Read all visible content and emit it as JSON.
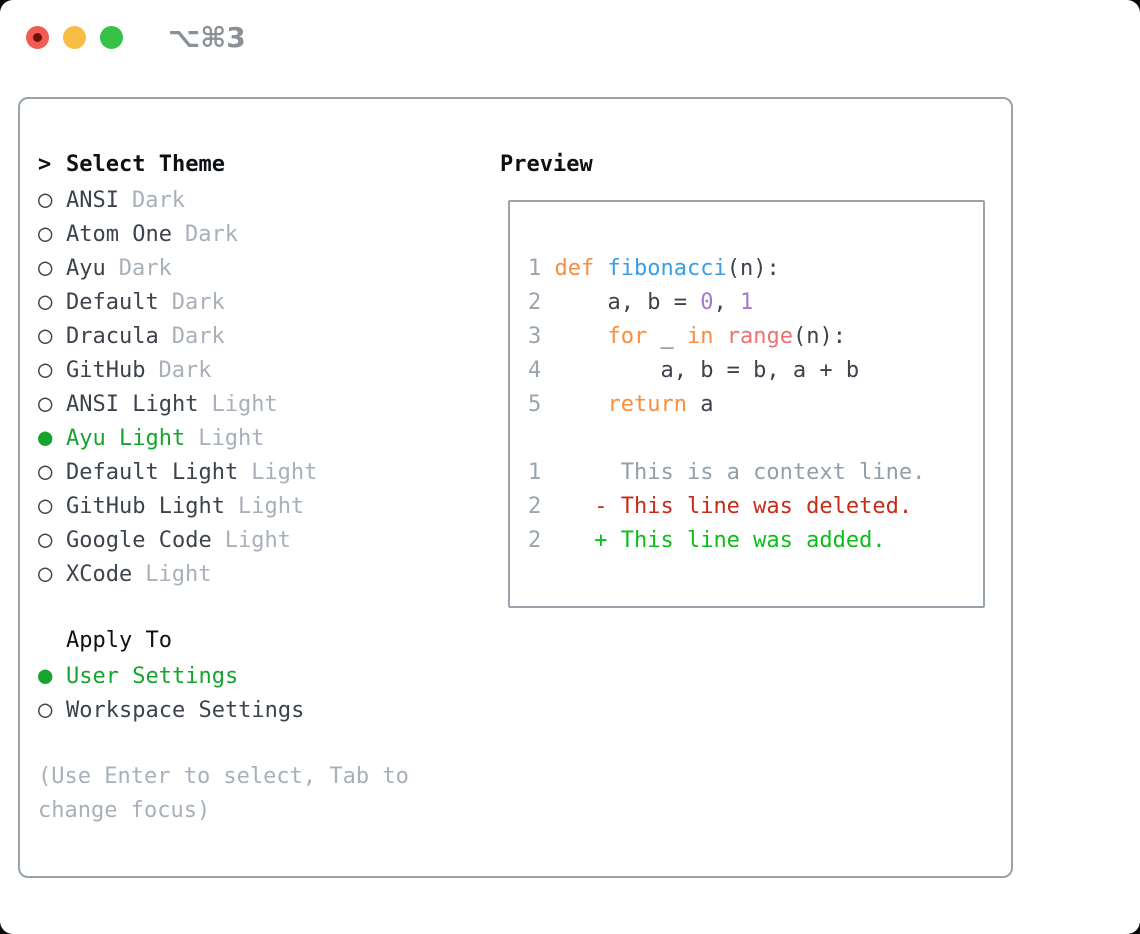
{
  "titlebar": {
    "shortcut": "⌥⌘3"
  },
  "glyphs": {
    "radio_selected": "●",
    "radio_unselected": "○",
    "header_marker": ">"
  },
  "panel": {
    "select_theme": {
      "header": "Select Theme",
      "items": [
        {
          "name": "ANSI",
          "variant": "Dark",
          "selected": false
        },
        {
          "name": "Atom One",
          "variant": "Dark",
          "selected": false
        },
        {
          "name": "Ayu",
          "variant": "Dark",
          "selected": false
        },
        {
          "name": "Default",
          "variant": "Dark",
          "selected": false
        },
        {
          "name": "Dracula",
          "variant": "Dark",
          "selected": false
        },
        {
          "name": "GitHub",
          "variant": "Dark",
          "selected": false
        },
        {
          "name": "ANSI Light",
          "variant": "Light",
          "selected": false
        },
        {
          "name": "Ayu Light",
          "variant": "Light",
          "selected": true
        },
        {
          "name": "Default Light",
          "variant": "Light",
          "selected": false
        },
        {
          "name": "GitHub Light",
          "variant": "Light",
          "selected": false
        },
        {
          "name": "Google Code",
          "variant": "Light",
          "selected": false
        },
        {
          "name": "XCode",
          "variant": "Light",
          "selected": false
        }
      ]
    },
    "apply_to": {
      "header": "Apply To",
      "items": [
        {
          "name": "User Settings",
          "selected": true
        },
        {
          "name": "Workspace Settings",
          "selected": false
        }
      ]
    },
    "hint_lines": [
      "(Use Enter to select, Tab to",
      "change focus)"
    ],
    "preview": {
      "header": "Preview",
      "code_lines": [
        {
          "num": "1",
          "segments": [
            {
              "t": "def",
              "c": "keyword"
            },
            {
              "t": " "
            },
            {
              "t": "fibonacci",
              "c": "func"
            },
            {
              "t": "(n):"
            }
          ]
        },
        {
          "num": "2",
          "segments": [
            {
              "t": "    a, b = "
            },
            {
              "t": "0",
              "c": "const"
            },
            {
              "t": ", "
            },
            {
              "t": "1",
              "c": "const"
            }
          ]
        },
        {
          "num": "3",
          "segments": [
            {
              "t": "    "
            },
            {
              "t": "for",
              "c": "keyword"
            },
            {
              "t": " _ "
            },
            {
              "t": "in",
              "c": "keyword"
            },
            {
              "t": " "
            },
            {
              "t": "range",
              "c": "markup"
            },
            {
              "t": "(n):"
            }
          ]
        },
        {
          "num": "4",
          "segments": [
            {
              "t": "        a, b = b, a + b"
            }
          ]
        },
        {
          "num": "5",
          "segments": [
            {
              "t": "    "
            },
            {
              "t": "return",
              "c": "keyword"
            },
            {
              "t": " a"
            }
          ]
        },
        {
          "num": "",
          "segments": []
        },
        {
          "num": "1",
          "segments": [
            {
              "t": "     This is a context line.",
              "c": "context"
            }
          ]
        },
        {
          "num": "2",
          "segments": [
            {
              "t": "   - This line was deleted.",
              "c": "deleted"
            }
          ]
        },
        {
          "num": "2",
          "segments": [
            {
              "t": "   + This line was added.",
              "c": "added"
            }
          ]
        }
      ]
    }
  },
  "colors": {
    "border": "#9aa2ac",
    "heading": "#0e1114",
    "item_text": "#3d434c",
    "muted": "#a8b0ba",
    "green": "#17a42e",
    "hint": "#a8b0ba",
    "line_number": "#9aa4ae",
    "code_fg": "#3d434c",
    "keyword": "#fa8d3e",
    "func": "#399ee6",
    "const": "#a37acc",
    "markup": "#f07171",
    "context": "#949ea8",
    "deleted": "#c42d18",
    "added": "#0cbe19",
    "titlebar_gray": "#8b9096",
    "traffic_red": "#f15b51",
    "traffic_red_dot": "#6b130c",
    "traffic_yellow": "#f7bd45",
    "traffic_green": "#36c246"
  }
}
